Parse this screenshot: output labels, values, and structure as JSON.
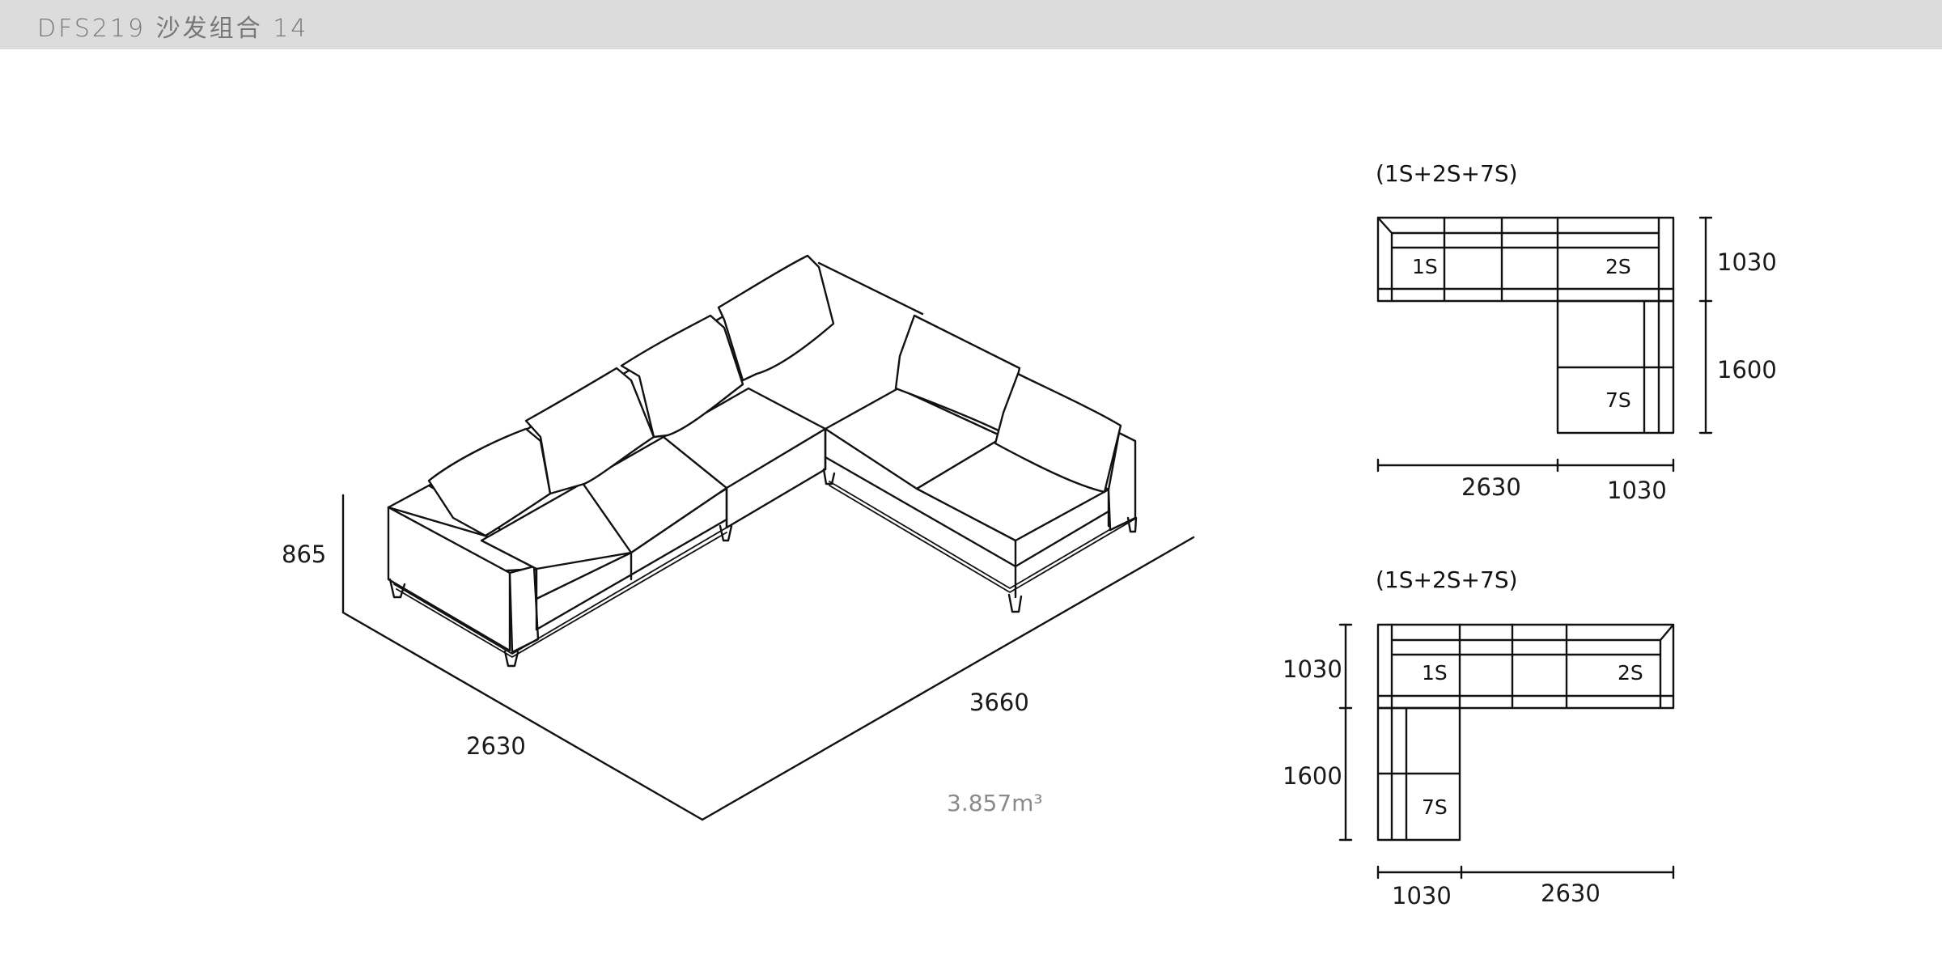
{
  "header": {
    "title": "DFS219 沙发组合 14",
    "background_color": "#dcdcdc",
    "text_color": "#777777"
  },
  "isometric_view": {
    "height_label": "865",
    "depth_label": "2630",
    "width_label": "3660",
    "volume_label": "3.857m³",
    "volume_color": "#8a8a8a"
  },
  "plan_top": {
    "title": "(1S+2S+7S)",
    "modules": [
      "1S",
      "2S",
      "7S"
    ],
    "dim_right": [
      "1030",
      "1600"
    ],
    "dim_bottom": [
      "2630",
      "1030"
    ]
  },
  "plan_bottom": {
    "title": "(1S+2S+7S)",
    "modules": [
      "1S",
      "2S",
      "7S"
    ],
    "dim_left": [
      "1030",
      "1600"
    ],
    "dim_bottom": [
      "1030",
      "2630"
    ]
  }
}
